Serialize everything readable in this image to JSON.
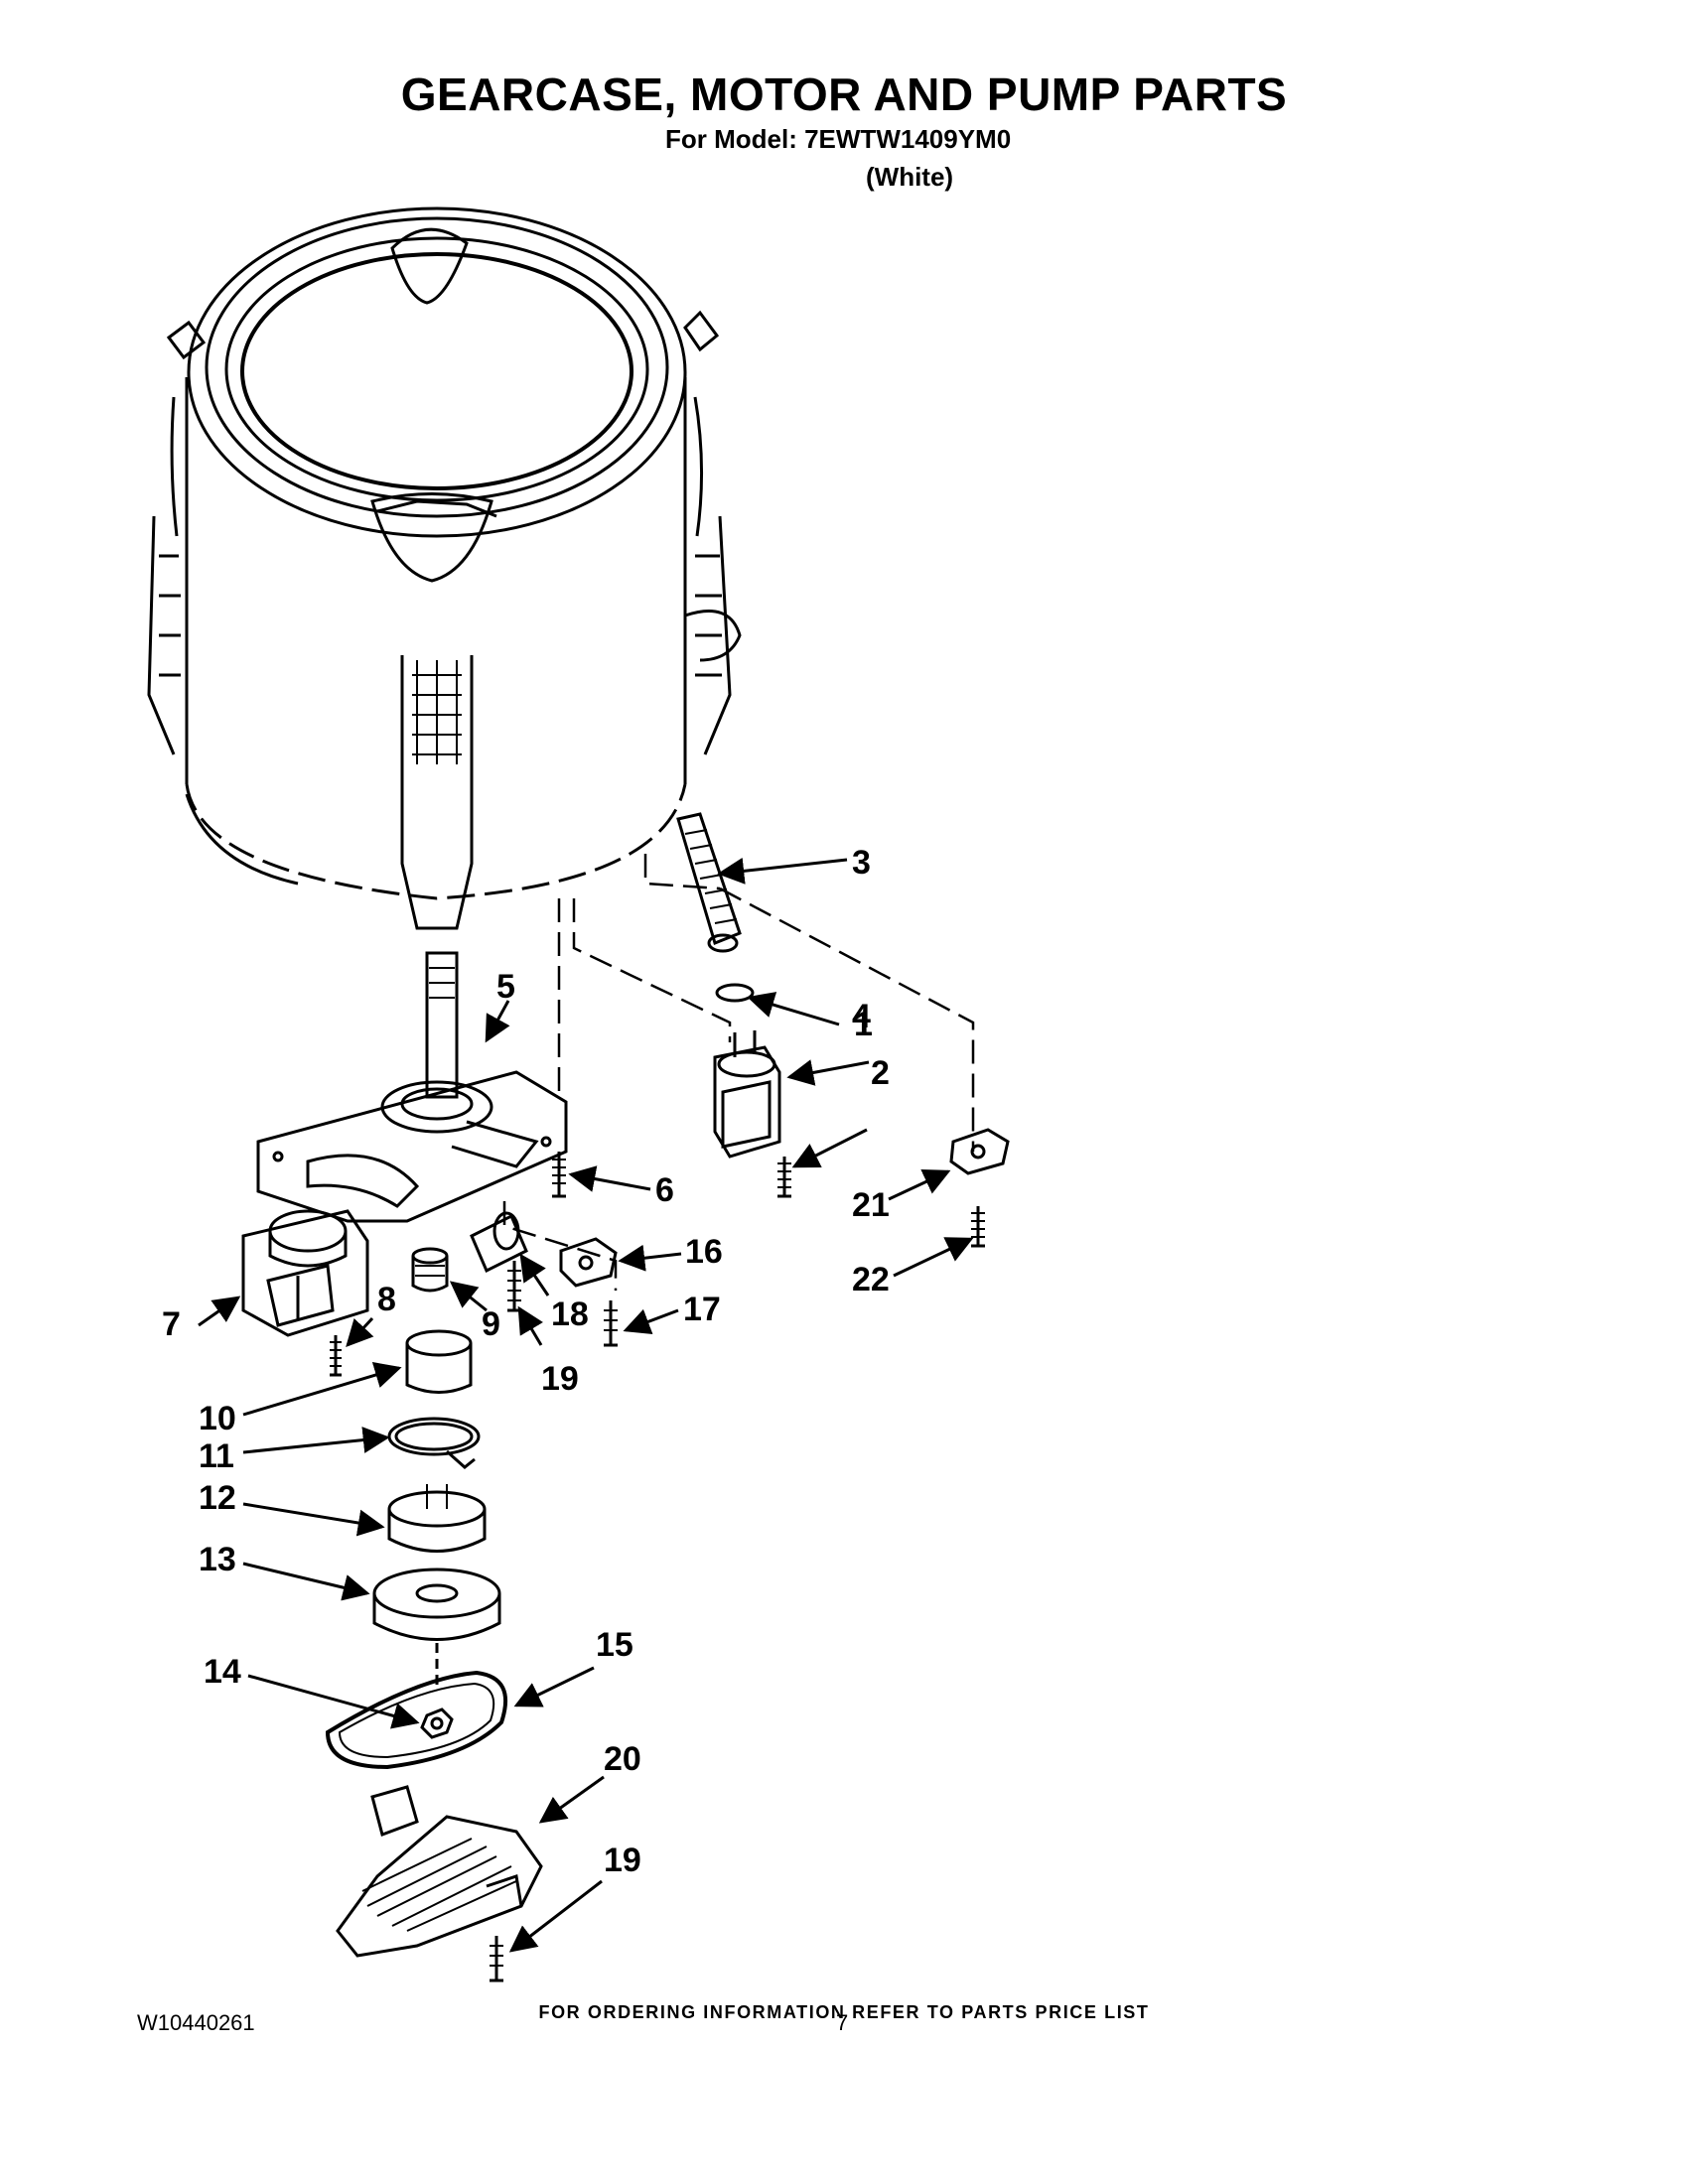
{
  "header": {
    "title": "GEARCASE, MOTOR AND PUMP PARTS",
    "model_line": "For Model: 7EWTW1409YM0",
    "color": "(White)"
  },
  "callouts": {
    "c1": "1",
    "c2": "2",
    "c3": "3",
    "c4": "4",
    "c5": "5",
    "c6": "6",
    "c7": "7",
    "c8": "8",
    "c9": "9",
    "c10": "10",
    "c11": "11",
    "c12": "12",
    "c13": "13",
    "c14": "14",
    "c15": "15",
    "c16": "16",
    "c17": "17",
    "c18": "18",
    "c19a": "19",
    "c19b": "19",
    "c20": "20",
    "c21": "21",
    "c22": "22"
  },
  "footer": {
    "note": "FOR ORDERING INFORMATION REFER TO PARTS PRICE LIST",
    "doc_number": "W10440261",
    "page": "7"
  }
}
